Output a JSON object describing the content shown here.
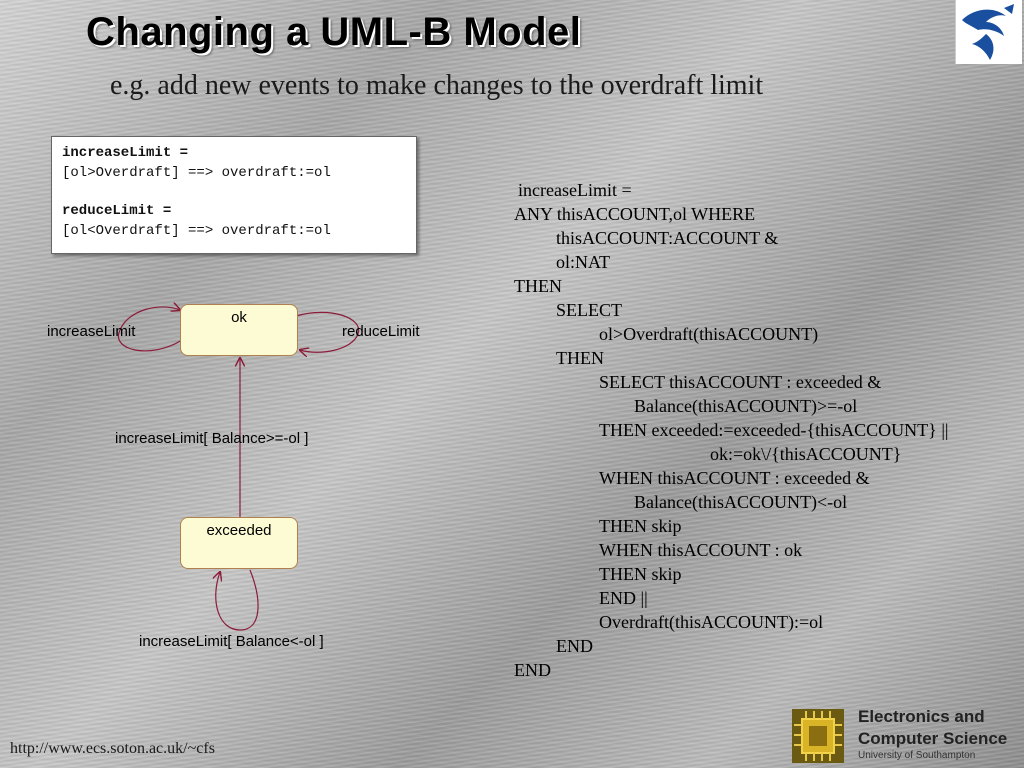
{
  "title": "Changing a UML-B Model",
  "subtitle": "e.g. add new events to make changes to the overdraft limit",
  "code_box": {
    "event1_name": "increaseLimit =",
    "event1_guard": "[ol>Overdraft] ==> overdraft:=ol",
    "event2_name": "reduceLimit =",
    "event2_guard": "[ol<Overdraft] ==> overdraft:=ol"
  },
  "diagram": {
    "state_ok": "ok",
    "state_exceeded": "exceeded",
    "label_increase": "increaseLimit",
    "label_reduce": "reduceLimit",
    "label_transition_up": "increaseLimit[ Balance>=-ol ]",
    "label_exceeded_loop": "increaseLimit[ Balance<-ol ]"
  },
  "spec_lines": [
    {
      "text": "increaseLimit =",
      "indent": 0
    },
    {
      "text": "ANY thisACCOUNT,ol WHERE",
      "indent": -1
    },
    {
      "text": "thisACCOUNT:ACCOUNT &",
      "indent": 1
    },
    {
      "text": "ol:NAT",
      "indent": 1
    },
    {
      "text": "THEN",
      "indent": -1
    },
    {
      "text": "SELECT",
      "indent": 1
    },
    {
      "text": "ol>Overdraft(thisACCOUNT)",
      "indent": 2
    },
    {
      "text": "THEN",
      "indent": 1
    },
    {
      "text": "SELECT thisACCOUNT : exceeded &",
      "indent": 2
    },
    {
      "text": "Balance(thisACCOUNT)>=-ol",
      "indent": 3
    },
    {
      "text": "THEN   exceeded:=exceeded-{thisACCOUNT} ||",
      "indent": 2
    },
    {
      "text": "ok:=ok\\/{thisACCOUNT}",
      "indent": 4
    },
    {
      "text": "WHEN   thisACCOUNT : exceeded &",
      "indent": 2
    },
    {
      "text": "Balance(thisACCOUNT)<-ol",
      "indent": 3
    },
    {
      "text": "THEN   skip",
      "indent": 2
    },
    {
      "text": "WHEN   thisACCOUNT : ok",
      "indent": 2
    },
    {
      "text": "THEN   skip",
      "indent": 2
    },
    {
      "text": "END ||",
      "indent": 2
    },
    {
      "text": "Overdraft(thisACCOUNT):=ol",
      "indent": 2
    },
    {
      "text": "END",
      "indent": 1
    },
    {
      "text": "END",
      "indent": -1
    }
  ],
  "footer": {
    "url": "http://www.ecs.soton.ac.uk/~cfs",
    "logo_line1": "Electronics and",
    "logo_line2": "Computer Science",
    "logo_line3": "University of Southampton"
  }
}
